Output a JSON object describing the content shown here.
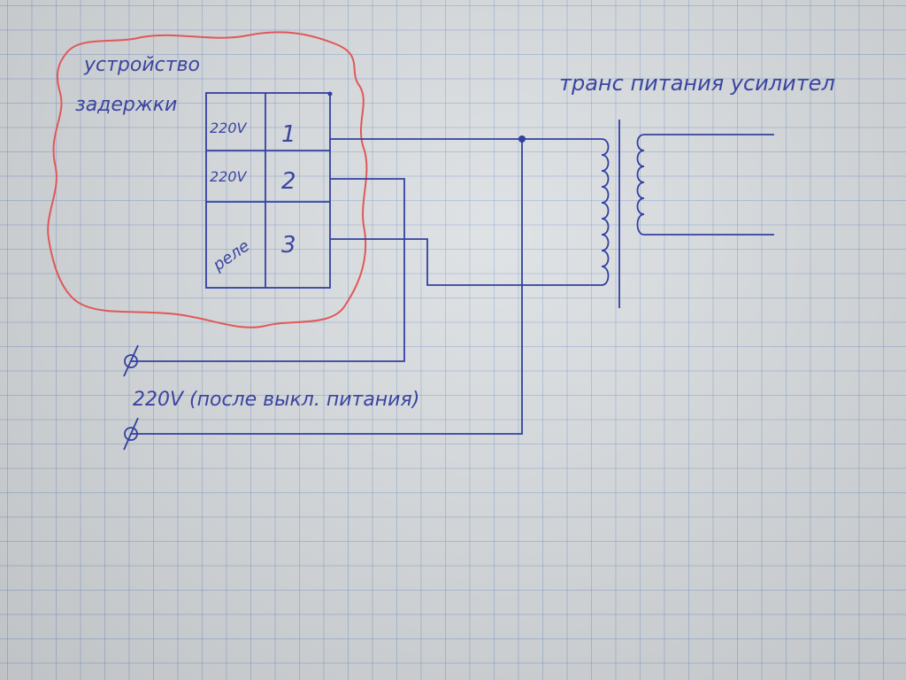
{
  "delay_device": {
    "title_line1": "устройство",
    "title_line2": "задержки",
    "rows": [
      {
        "label": "220V",
        "terminal": "1"
      },
      {
        "label": "220V",
        "terminal": "2"
      },
      {
        "label": "реле",
        "terminal": "3"
      }
    ]
  },
  "transformer_label": "транс питания усилител",
  "supply_label": "220V (после выкл. питания)",
  "colors": {
    "ink": "#3340a0",
    "outline": "#e05050",
    "paper": "#dadee1"
  }
}
